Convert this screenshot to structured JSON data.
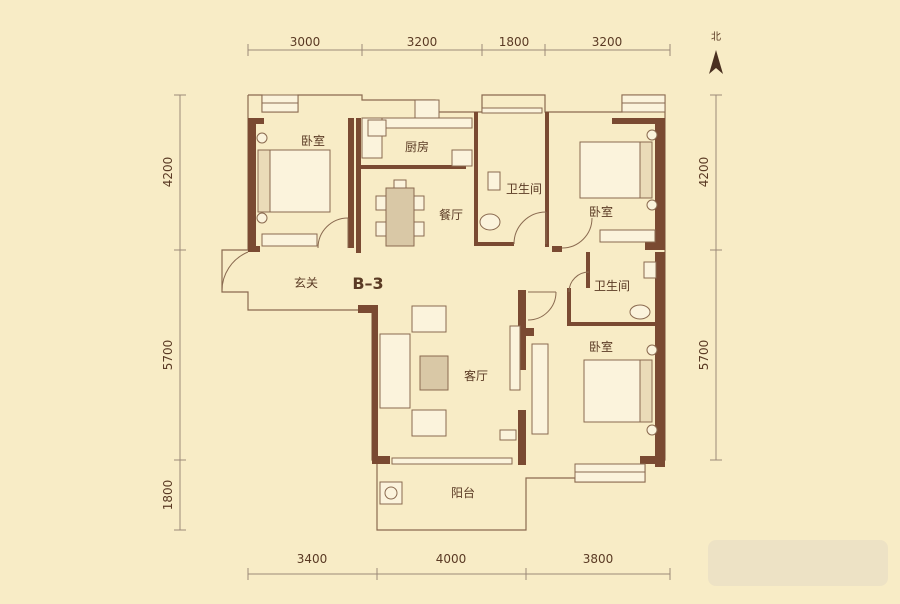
{
  "plan": {
    "code": "B–3",
    "north_label": "北",
    "colors": {
      "background": "#f8ecc6",
      "wall": "#7a4a32",
      "line": "#8a6a50",
      "dim_line": "#9c8a78"
    }
  },
  "dimensions": {
    "top": [
      "3000",
      "3200",
      "1800",
      "3200"
    ],
    "bottom": [
      "3400",
      "4000",
      "3800"
    ],
    "left": [
      "4200",
      "5700",
      "1800"
    ],
    "right": [
      "4200",
      "5700"
    ]
  },
  "rooms": {
    "bedroom_tl": "卧室",
    "kitchen": "厨房",
    "dining": "餐厅",
    "bath_top": "卫生间",
    "bedroom_tr": "卧室",
    "entry": "玄关",
    "bath_mid": "卫生间",
    "living": "客厅",
    "bedroom_br": "卧室",
    "balcony": "阳台"
  }
}
